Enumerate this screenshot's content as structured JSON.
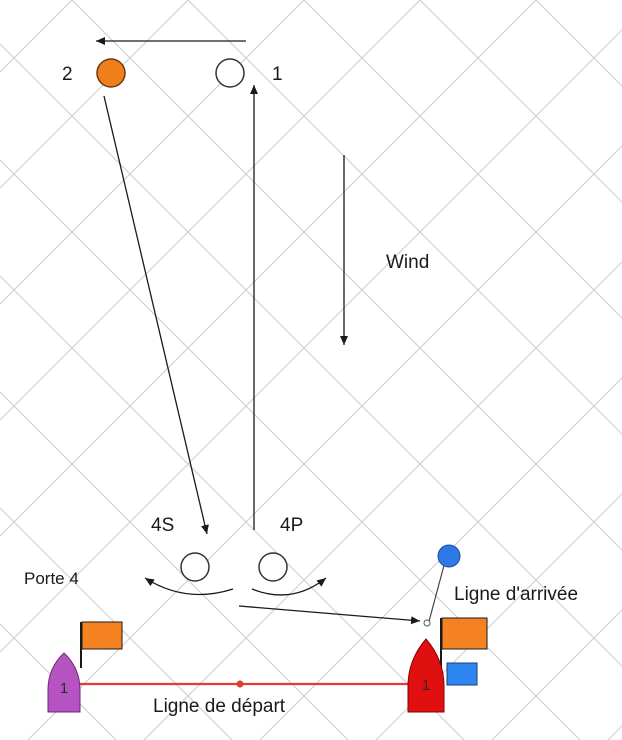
{
  "diagram": {
    "marks": {
      "mark1_label": "1",
      "mark2_label": "2",
      "gate_starboard_label": "4S",
      "gate_port_label": "4P",
      "gate_label": "Porte 4"
    },
    "wind_label": "Wind",
    "finish_label": "Ligne d'arrivée",
    "start_label": "Ligne de départ",
    "boats": {
      "left_boat_number": "1",
      "right_boat_number": "1"
    },
    "colors": {
      "mark2_fill": "#f07e1b",
      "finish_mark_fill": "#2e79e5",
      "start_line": "#e33b3b",
      "left_boat": "#b653c2",
      "right_boat": "#e01010",
      "orange_flag": "#f58220",
      "blue_flag": "#2e86f0",
      "grid": "#d4d4d4"
    }
  }
}
